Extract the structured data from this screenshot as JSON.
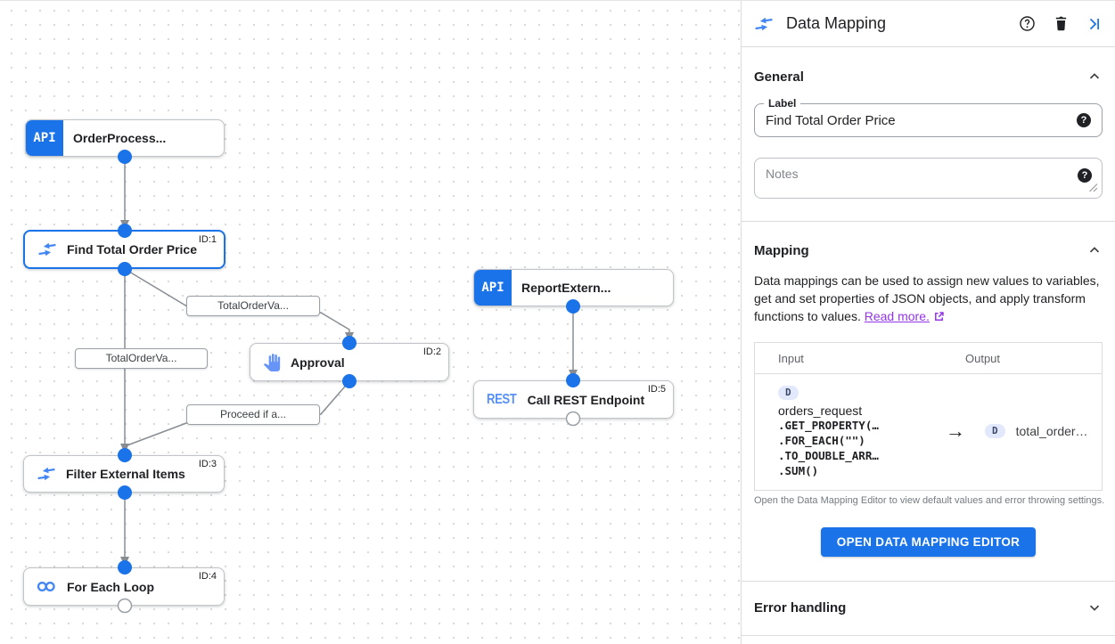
{
  "canvas": {
    "nodes": [
      {
        "label": "OrderProcess...",
        "badge": "API"
      },
      {
        "label": "Find Total Order Price",
        "id": "ID:1"
      },
      {
        "label": "Approval",
        "id": "ID:2"
      },
      {
        "label": "ReportExtern...",
        "badge": "API"
      },
      {
        "label": "Call REST Endpoint",
        "id": "ID:5",
        "badge": "REST"
      },
      {
        "label": "Filter External Items",
        "id": "ID:3"
      },
      {
        "label": "For Each Loop",
        "id": "ID:4"
      }
    ],
    "edge_labels": [
      {
        "text": "TotalOrderVa..."
      },
      {
        "text": "TotalOrderVa..."
      },
      {
        "text": "Proceed if a..."
      }
    ]
  },
  "panel": {
    "title": "Data Mapping",
    "general": {
      "heading": "General",
      "label_field": {
        "label": "Label",
        "value": "Find Total Order Price"
      },
      "notes_field": {
        "placeholder": "Notes"
      }
    },
    "mapping": {
      "heading": "Mapping",
      "description": "Data mappings can be used to assign new values to variables, get and set properties of JSON objects, and apply transform functions to values.",
      "read_more": "Read more.",
      "table": {
        "input_header": "Input",
        "output_header": "Output",
        "row": {
          "input_chip": "D",
          "input_var": "orders_request",
          "input_lines": [
            ".GET_PROPERTY(…",
            ".FOR_EACH(\"\")",
            ".TO_DOUBLE_ARR…",
            ".SUM()"
          ],
          "arrow": "→",
          "output_chip": "D",
          "output_var": "total_order…"
        }
      },
      "caption": "Open the Data Mapping Editor to view default values and error throwing settings.",
      "button": "OPEN DATA MAPPING EDITOR"
    },
    "error": {
      "heading": "Error handling"
    }
  },
  "colors": {
    "accent": "#1a73e8",
    "icon_blue": "#4285f4",
    "link": "#9334e6"
  }
}
